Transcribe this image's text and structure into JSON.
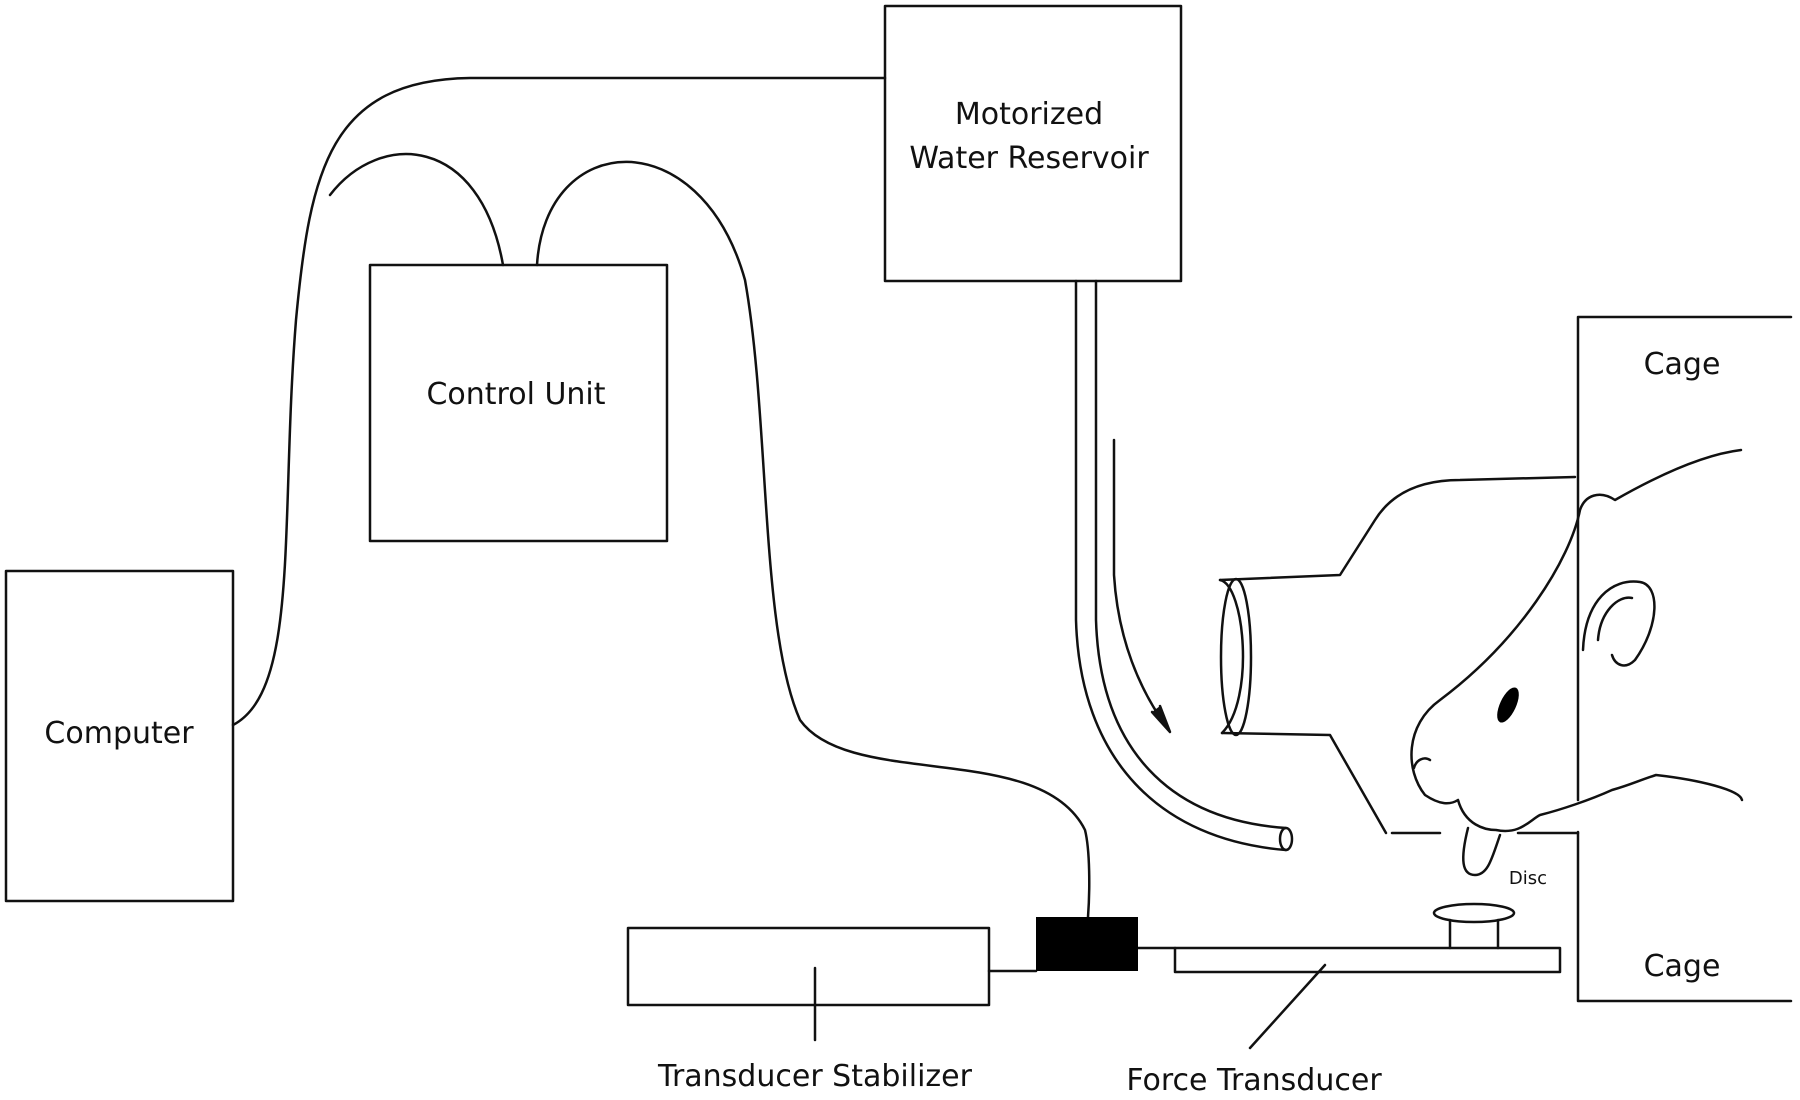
{
  "labels": {
    "computer": "Computer",
    "control_unit": "Control Unit",
    "reservoir_line1": "Motorized",
    "reservoir_line2": "Water Reservoir",
    "cage_top": "Cage",
    "cage_bottom": "Cage",
    "disc": "Disc",
    "transducer_stabilizer": "Transducer Stabilizer",
    "force_transducer": "Force Transducer"
  },
  "colors": {
    "line": "#111111",
    "background": "#ffffff",
    "connector_block": "#000000"
  }
}
